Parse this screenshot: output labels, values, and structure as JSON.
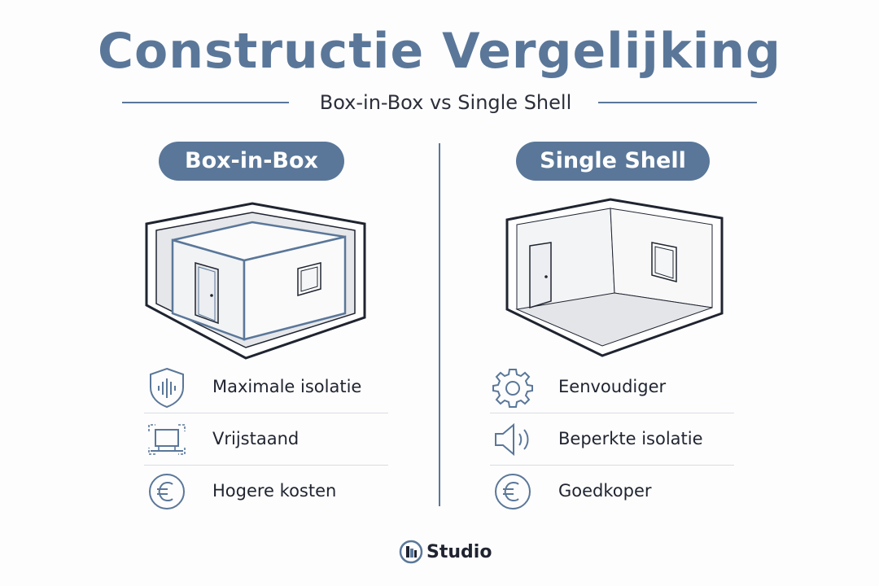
{
  "title": "Constructie Vergelijking",
  "subtitle": "Box-in-Box vs Single Shell",
  "colors": {
    "accent": "#5a7799",
    "text": "#1f2430",
    "divider": "#d9dde3"
  },
  "left": {
    "heading": "Box-in-Box",
    "features": [
      {
        "icon": "shield-soundwave-icon",
        "label": "Maximale isolatie"
      },
      {
        "icon": "floating-box-icon",
        "label": "Vrijstaand"
      },
      {
        "icon": "euro-icon",
        "label": "Hogere kosten"
      }
    ]
  },
  "right": {
    "heading": "Single Shell",
    "features": [
      {
        "icon": "gear-icon",
        "label": "Eenvoudiger"
      },
      {
        "icon": "speaker-icon",
        "label": "Beperkte isolatie"
      },
      {
        "icon": "euro-icon",
        "label": "Goedkoper"
      }
    ]
  },
  "brand": {
    "name": "Studio"
  }
}
